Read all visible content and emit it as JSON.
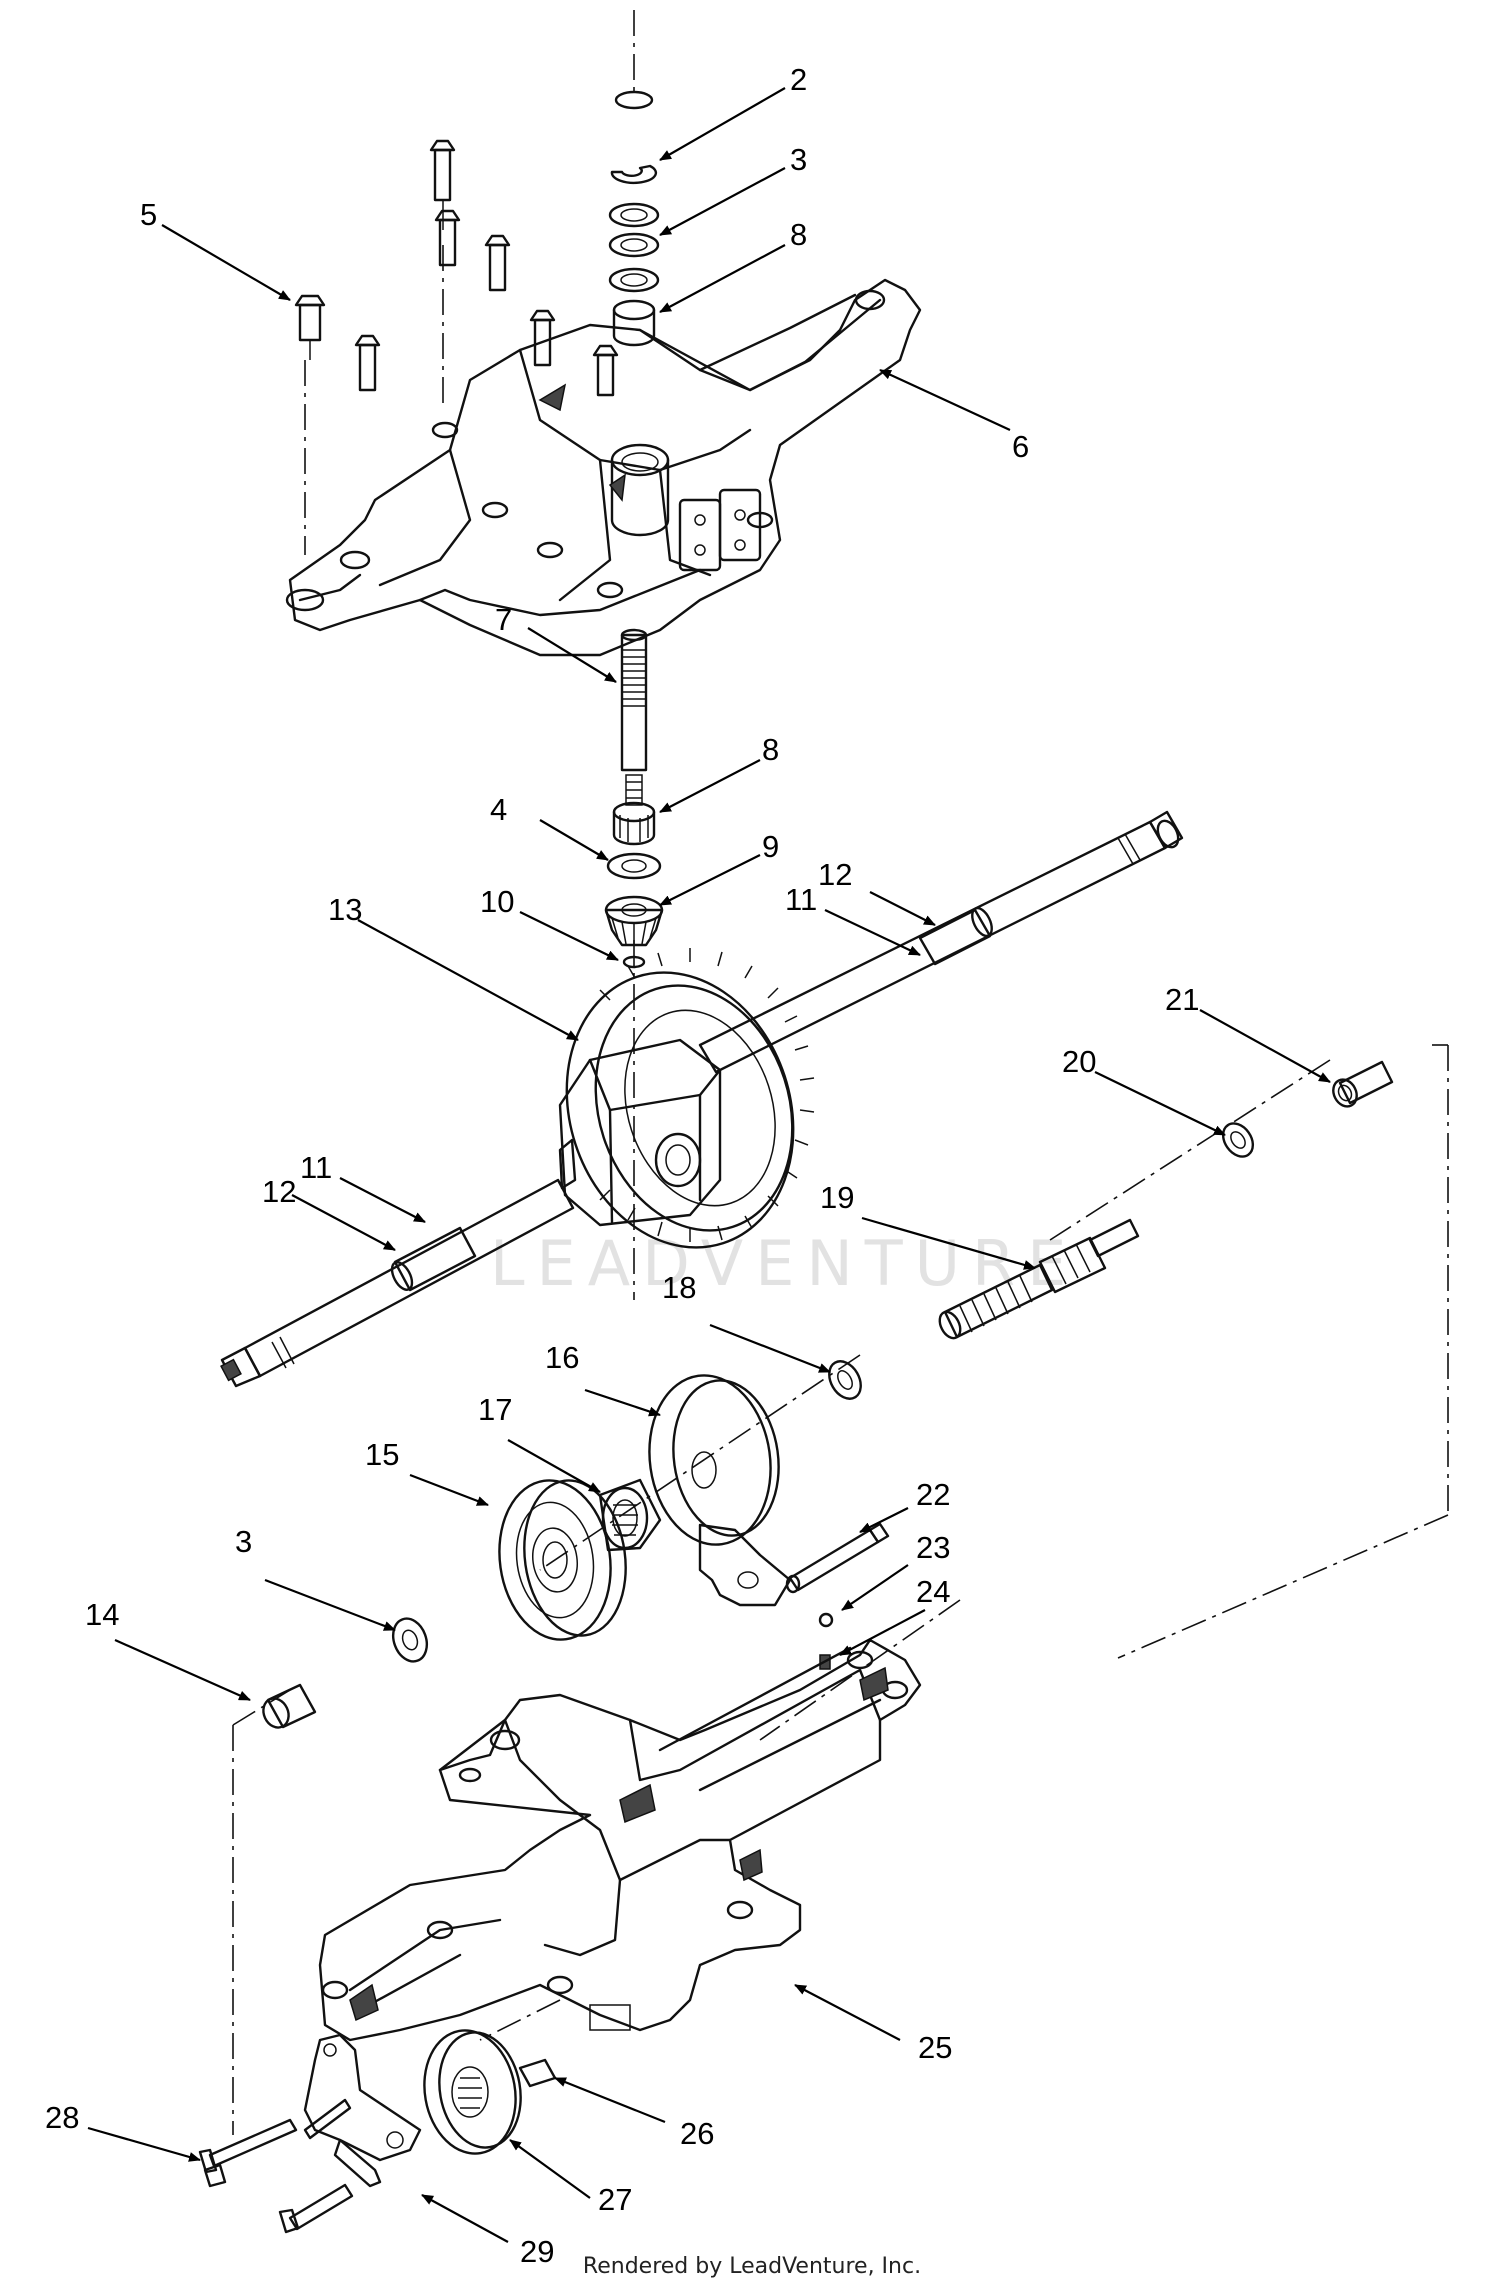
{
  "watermark": "LEADVENTURE",
  "footer": "Rendered by LeadVenture, Inc.",
  "callouts": [
    "2",
    "3",
    "8",
    "5",
    "6",
    "7",
    "8",
    "4",
    "9",
    "10",
    "13",
    "11",
    "12",
    "21",
    "20",
    "11",
    "12",
    "19",
    "18",
    "16",
    "17",
    "15",
    "22",
    "23",
    "3",
    "24",
    "14",
    "25",
    "26",
    "28",
    "27",
    "29"
  ]
}
